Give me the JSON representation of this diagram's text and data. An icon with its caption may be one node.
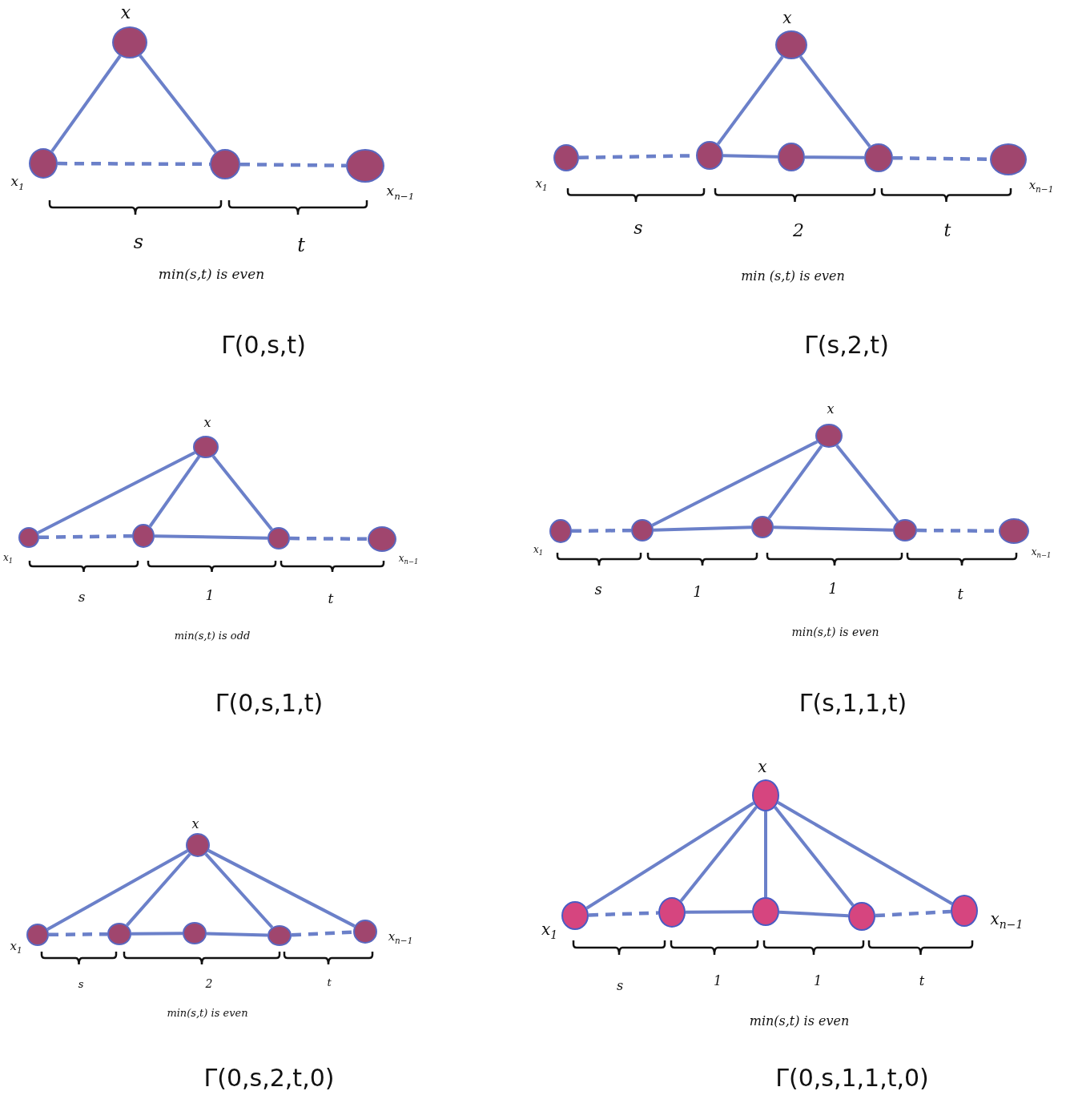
{
  "diagram": {
    "nodes": [
      {
        "text": [],
        "shape": "circle",
        "beside": [
          "x"
        ]
      },
      {
        "text": [],
        "shape": "circle",
        "beside": [
          "x$_{1}$"
        ]
      },
      {
        "text": [],
        "shape": "circle"
      },
      {
        "text": [],
        "shape": "circle",
        "beside": [
          "x$_{n−1}$"
        ]
      },
      {
        "text": [],
        "shape": "circle",
        "beside": [
          "x"
        ]
      },
      {
        "text": [],
        "shape": "circle",
        "beside": [
          "x$_{1}$"
        ]
      },
      {
        "text": [],
        "shape": "circle"
      },
      {
        "text": [],
        "shape": "circle"
      },
      {
        "text": [],
        "shape": "circle"
      },
      {
        "text": [],
        "shape": "circle",
        "beside": [
          "x$_{n−1}$"
        ]
      },
      {
        "text": [],
        "shape": "circle",
        "beside": [
          "x"
        ]
      },
      {
        "text": [],
        "shape": "circle",
        "beside": [
          "x$_{1}$"
        ]
      },
      {
        "text": [],
        "shape": "circle"
      },
      {
        "text": [],
        "shape": "circle"
      },
      {
        "text": [],
        "shape": "circle",
        "beside": [
          "x$_{n−1}$"
        ]
      },
      {
        "text": [],
        "shape": "circle",
        "beside": [
          "x"
        ]
      },
      {
        "text": [],
        "shape": "circle",
        "beside": [
          "x$_{1}$"
        ]
      },
      {
        "text": [],
        "shape": "circle"
      },
      {
        "text": [],
        "shape": "circle"
      },
      {
        "text": [],
        "shape": "circle"
      },
      {
        "text": [],
        "shape": "circle",
        "beside": [
          "x$_{n−1}$"
        ]
      },
      {
        "text": [],
        "shape": "circle",
        "beside": [
          "x"
        ]
      },
      {
        "text": [],
        "shape": "circle",
        "beside": [
          "x$_{1}$"
        ]
      },
      {
        "text": [],
        "shape": "circle"
      },
      {
        "text": [],
        "shape": "circle"
      },
      {
        "text": [],
        "shape": "circle"
      },
      {
        "text": [],
        "shape": "circle",
        "beside": [
          "x$_{n−1}$"
        ]
      },
      {
        "text": [],
        "shape": "circle",
        "beside": [
          "x"
        ]
      },
      {
        "text": [],
        "shape": "circle",
        "beside": [
          "x$_{1}$"
        ]
      },
      {
        "text": [],
        "shape": "circle"
      },
      {
        "text": [],
        "shape": "circle"
      },
      {
        "text": [],
        "shape": "circle"
      },
      {
        "text": [],
        "shape": "circle",
        "beside": [
          "x$_{n−1}$"
        ]
      }
    ],
    "edges": [
      {
        "from": 0,
        "to": 1,
        "arrow": "none"
      },
      {
        "from": 0,
        "to": 2,
        "arrow": "none"
      },
      {
        "from": 1,
        "to": 2,
        "arrow": "none",
        "style": "dashed"
      },
      {
        "from": 2,
        "to": 3,
        "arrow": "none",
        "style": "dashed"
      },
      {
        "from": 4,
        "to": 6,
        "arrow": "none"
      },
      {
        "from": 4,
        "to": 8,
        "arrow": "none"
      },
      {
        "from": 5,
        "to": 6,
        "arrow": "none",
        "style": "dashed"
      },
      {
        "from": 6,
        "to": 7,
        "arrow": "none"
      },
      {
        "from": 7,
        "to": 8,
        "arrow": "none"
      },
      {
        "from": 8,
        "to": 9,
        "arrow": "none",
        "style": "dashed"
      },
      {
        "from": 10,
        "to": 11,
        "arrow": "none"
      },
      {
        "from": 10,
        "to": 12,
        "arrow": "none"
      },
      {
        "from": 10,
        "to": 13,
        "arrow": "none"
      },
      {
        "from": 11,
        "to": 12,
        "arrow": "none",
        "style": "dashed"
      },
      {
        "from": 12,
        "to": 13,
        "arrow": "none"
      },
      {
        "from": 13,
        "to": 14,
        "arrow": "none",
        "style": "dashed"
      },
      {
        "from": 15,
        "to": 17,
        "arrow": "none"
      },
      {
        "from": 15,
        "to": 18,
        "arrow": "none"
      },
      {
        "from": 15,
        "to": 19,
        "arrow": "none"
      },
      {
        "from": 16,
        "to": 17,
        "arrow": "none",
        "style": "dashed"
      },
      {
        "from": 17,
        "to": 18,
        "arrow": "none"
      },
      {
        "from": 18,
        "to": 19,
        "arrow": "none"
      },
      {
        "from": 19,
        "to": 20,
        "arrow": "none",
        "style": "dashed"
      },
      {
        "from": 21,
        "to": 22,
        "arrow": "none"
      },
      {
        "from": 21,
        "to": 23,
        "arrow": "none"
      },
      {
        "from": 21,
        "to": 25,
        "arrow": "none"
      },
      {
        "from": 21,
        "to": 26,
        "arrow": "none"
      },
      {
        "from": 22,
        "to": 23,
        "arrow": "none",
        "style": "dashed"
      },
      {
        "from": 23,
        "to": 24,
        "arrow": "none"
      },
      {
        "from": 24,
        "to": 25,
        "arrow": "none"
      },
      {
        "from": 25,
        "to": 26,
        "arrow": "none",
        "style": "dashed"
      },
      {
        "from": 27,
        "to": 28,
        "arrow": "none"
      },
      {
        "from": 27,
        "to": 29,
        "arrow": "none"
      },
      {
        "from": 27,
        "to": 30,
        "arrow": "none"
      },
      {
        "from": 27,
        "to": 31,
        "arrow": "none"
      },
      {
        "from": 27,
        "to": 32,
        "arrow": "none"
      },
      {
        "from": 28,
        "to": 29,
        "arrow": "none",
        "style": "dashed"
      },
      {
        "from": 29,
        "to": 30,
        "arrow": "none"
      },
      {
        "from": 30,
        "to": 31,
        "arrow": "none"
      },
      {
        "from": 31,
        "to": 32,
        "arrow": "none",
        "style": "dashed"
      }
    ],
    "labels": [
      "s",
      "t",
      "min(s,t) is even",
      "Γ(0,s,t)",
      "s",
      "2",
      "t",
      "min (s,t) is even",
      "Γ(s,2,t)",
      "s",
      "1",
      "t",
      "min(s,t) is odd",
      "Γ(0,s,1,t)",
      "s",
      "1",
      "1",
      "t",
      "min(s,t) is even",
      "Γ(s,1,1,t)",
      "s",
      "2",
      "t",
      "min(s,t) is even",
      "Γ(0,s,2,t,0)",
      "s",
      "1",
      "1",
      "t",
      "min(s,t) is even",
      "Γ(0,s,1,1,t,0)"
    ]
  }
}
